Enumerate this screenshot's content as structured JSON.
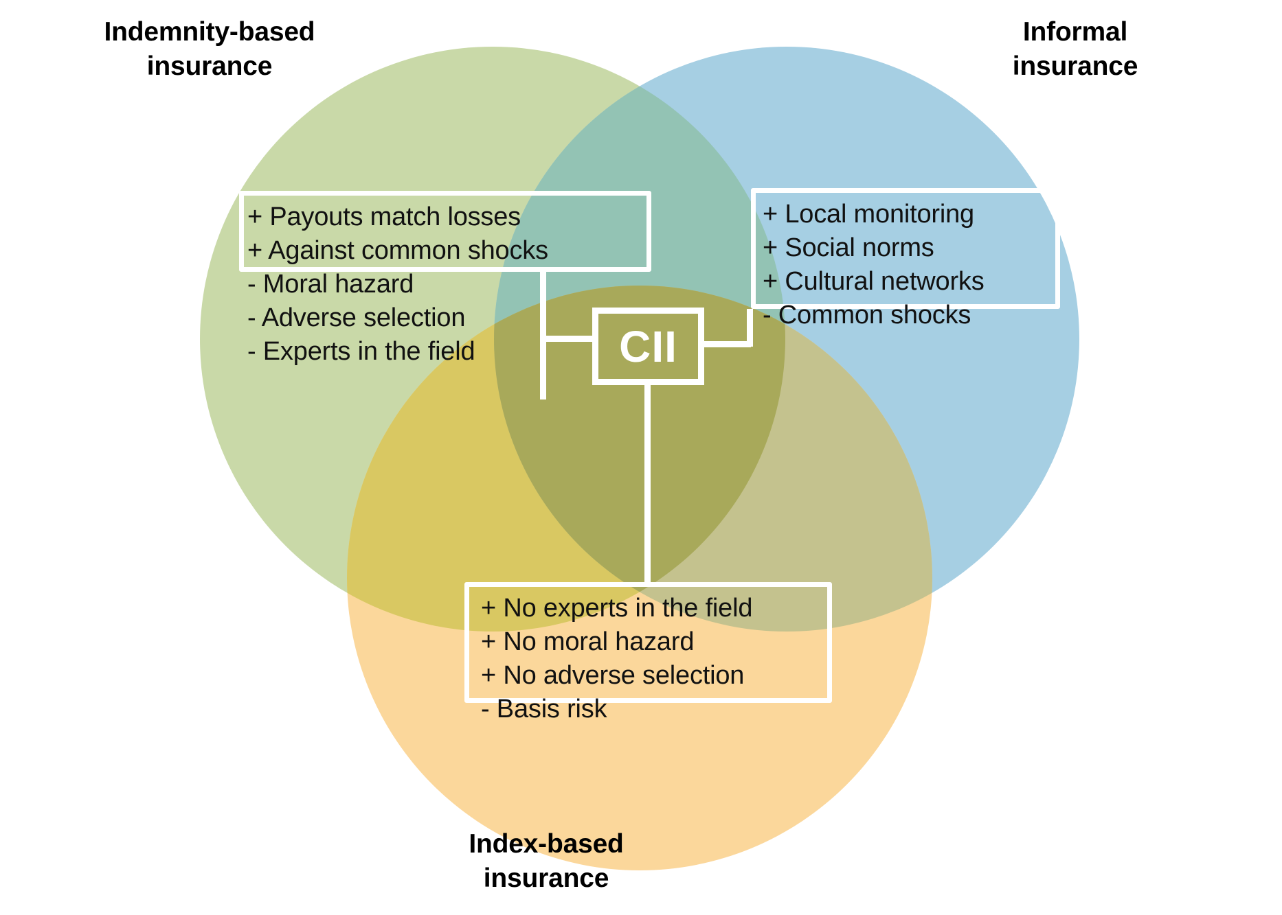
{
  "diagram": {
    "type": "venn-3-set",
    "title_center": "CII",
    "sets": [
      {
        "id": "indemnity",
        "label": "Indemnity-based\ninsurance",
        "color": "#c9d9a8",
        "position": "top-left",
        "pros": [
          "+ Payouts match losses",
          "+ Against common shocks"
        ],
        "cons": [
          "- Moral hazard",
          "- Adverse selection",
          "- Experts in the field"
        ]
      },
      {
        "id": "informal",
        "label": "Informal\ninsurance",
        "color": "#a6cfe3",
        "position": "top-right",
        "pros": [
          "+ Local monitoring",
          "+ Social norms",
          "+ Cultural networks"
        ],
        "cons": [
          "- Common shocks"
        ]
      },
      {
        "id": "index",
        "label": "Index-based\ninsurance",
        "color": "#fbd79b",
        "position": "bottom",
        "pros": [
          "+ No experts in the field",
          "+ No moral hazard",
          "+ No adverse selection"
        ],
        "cons": [
          "- Basis risk"
        ]
      }
    ],
    "colors": {
      "green": "#c9d9a8",
      "blue": "#a6cfe3",
      "orange": "#fbd79b",
      "green_blue_overlap": "#93c3b4",
      "green_orange_overlap": "#d9c862",
      "blue_orange_overlap": "#c4c28e",
      "center_overlap": "#a8a95a",
      "outline": "#ffffff",
      "text": "#000000"
    }
  },
  "labels": {
    "indemnity": "Indemnity-based\ninsurance",
    "informal": "Informal\ninsurance",
    "index": "Index-based\ninsurance",
    "cii": "CII"
  },
  "indemnity_lines": {
    "l0": "+ Payouts match losses",
    "l1": "+ Against common shocks",
    "l2": "- Moral hazard",
    "l3": "- Adverse selection",
    "l4": "- Experts in the field"
  },
  "informal_lines": {
    "l0": "+ Local monitoring",
    "l1": "+ Social norms",
    "l2": "+ Cultural networks",
    "l3": "- Common shocks"
  },
  "index_lines": {
    "l0": "+ No experts in the field",
    "l1": "+ No moral hazard",
    "l2": "+ No adverse selection",
    "l3": "- Basis risk"
  }
}
